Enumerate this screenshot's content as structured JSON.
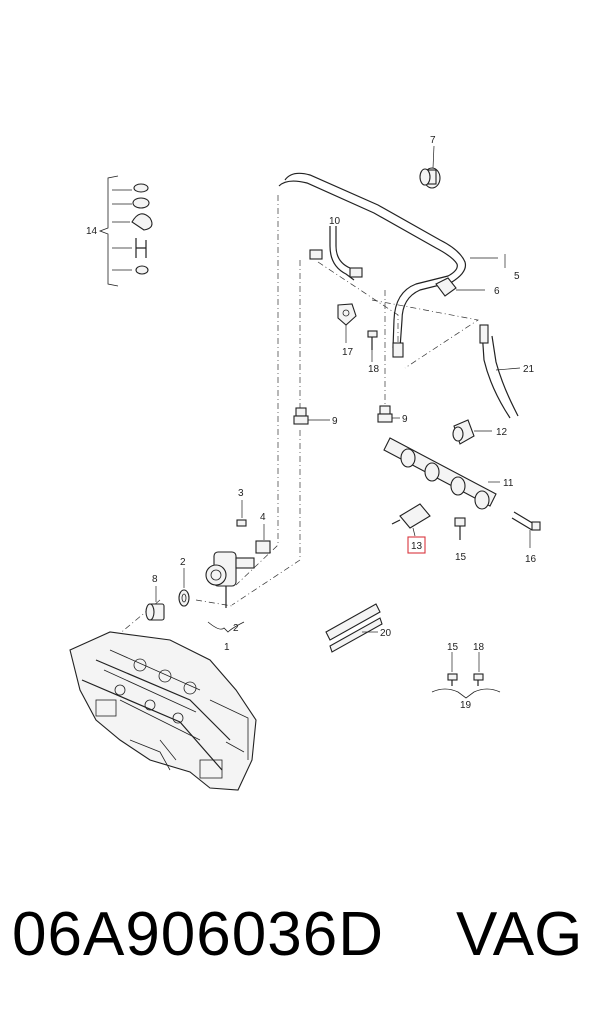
{
  "diagram": {
    "callouts": {
      "c1": "1",
      "c2a": "2",
      "c2b": "2",
      "c3": "3",
      "c4": "4",
      "c5": "5",
      "c6": "6",
      "c7": "7",
      "c8": "8",
      "c9a": "9",
      "c9b": "9",
      "c10": "10",
      "c11": "11",
      "c12": "12",
      "c13": "13",
      "c14": "14",
      "c15a": "15",
      "c15b": "15",
      "c16": "16",
      "c17": "17",
      "c18a": "18",
      "c18b": "18",
      "c19": "19",
      "c20": "20",
      "c21": "21"
    },
    "highlight_color": "#d9363e"
  },
  "footer": {
    "part_number": "06A906036D",
    "brand": "VAG"
  }
}
